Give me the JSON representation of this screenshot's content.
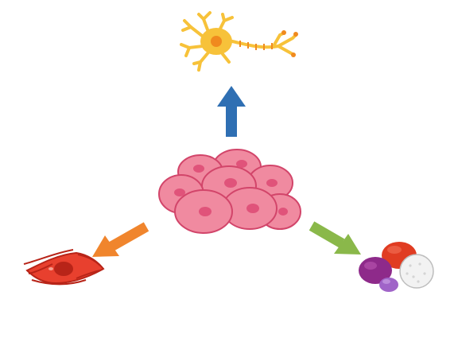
{
  "diagram": {
    "center": {
      "icon": "stem-cell-cluster-icon"
    },
    "targets": [
      {
        "icon": "neuron-icon",
        "arrow_color": "#2f6fb3",
        "direction": "up"
      },
      {
        "icon": "muscle-cell-icon",
        "arrow_color": "#f0852d",
        "direction": "down-left"
      },
      {
        "icon": "blood-cells-icon",
        "arrow_color": "#8ab84a",
        "direction": "down-right"
      }
    ],
    "colors": {
      "stem_cell_fill": "#f08aa0",
      "stem_cell_outline": "#d2456a",
      "stem_cell_nucleus": "#e0537a",
      "neuron_fill": "#f7c23a",
      "neuron_nucleus": "#f08a1e",
      "muscle_fill": "#e8402e",
      "muscle_outline": "#b82418",
      "rbc_fill": "#e03c22",
      "purple_cell_fill": "#8e2a8a",
      "lilac_cell_fill": "#a064c8",
      "white_cell_fill": "#f2f2f2"
    }
  }
}
